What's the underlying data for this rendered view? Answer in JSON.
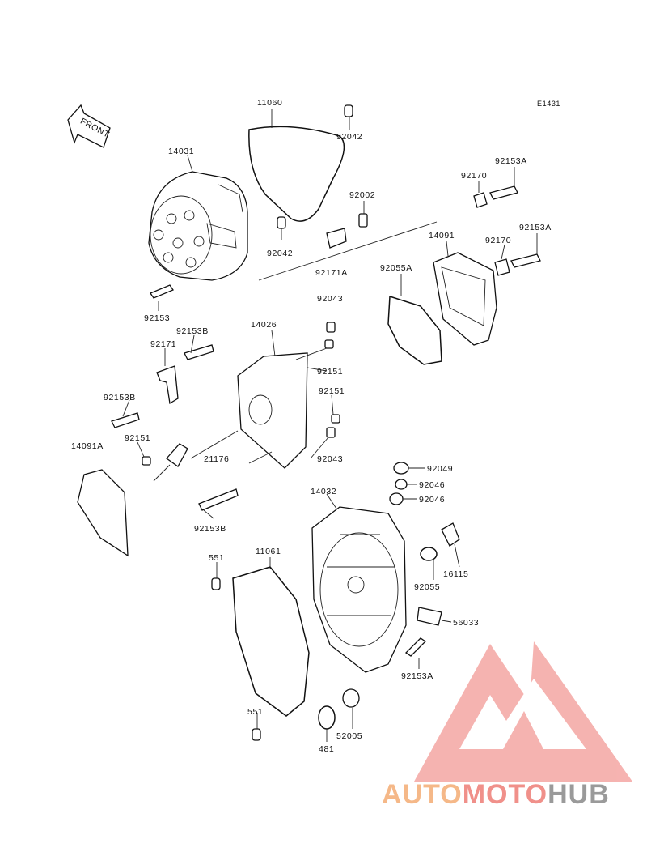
{
  "diagram": {
    "code": "E1431",
    "front_label": "FRONT",
    "labels": {
      "p11060": "11060",
      "p92042a": "92042",
      "p14031": "14031",
      "p92002": "92002",
      "p92042b": "92042",
      "p92170a": "92170",
      "p92153Aa": "92153A",
      "p92153Ab": "92153A",
      "p14091": "14091",
      "p92170b": "92170",
      "p92171A": "92171A",
      "p92055A": "92055A",
      "p92153a": "92153",
      "p92043a": "92043",
      "p92153Ba": "92153B",
      "p14026": "14026",
      "p92171": "92171",
      "p92151a": "92151",
      "p92153Bb": "92153B",
      "p92151b": "92151",
      "p92151c": "92151",
      "p14091A": "14091A",
      "p21176": "21176",
      "p92043b": "92043",
      "p92049": "92049",
      "p92046a": "92046",
      "p14032": "14032",
      "p92046b": "92046",
      "p92153Bc": "92153B",
      "p551a": "551",
      "p11061": "11061",
      "p92055": "92055",
      "p16115": "16115",
      "p56033": "56033",
      "p92153Ac": "92153A",
      "p551b": "551",
      "p52005": "52005",
      "p481": "481"
    }
  },
  "watermark": {
    "word_part1": "AUTO",
    "word_part2": "MOTO",
    "word_part3": "HUB",
    "colors": {
      "part1": "#f5b888",
      "part2": "#f0908a",
      "part3": "#9a9a9a",
      "logo": "#f08a86"
    }
  }
}
